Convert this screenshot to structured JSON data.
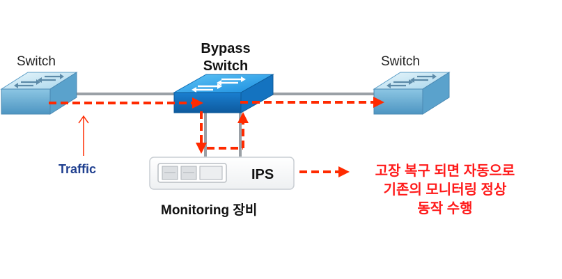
{
  "labels": {
    "switch_left": "Switch",
    "switch_right": "Switch",
    "bypass_line1": "Bypass",
    "bypass_line2": "Switch",
    "traffic": "Traffic",
    "ips": "IPS",
    "monitoring": "Monitoring 장비"
  },
  "note_lines": [
    "고장 복구 되면 자동으로",
    "기존의 모니터링 정상",
    "동작 수행"
  ],
  "colors": {
    "accent_red": "#ff2a00",
    "note_red": "#ff1a1a",
    "traffic_blue": "#1f3f8f",
    "link_gray": "#9aa0a6",
    "switch_blue": "#6fb0d6",
    "bypass_blue": "#1e8fe0"
  },
  "icons": [
    "switch-icon",
    "bypass-switch-icon",
    "ips-appliance-icon"
  ]
}
